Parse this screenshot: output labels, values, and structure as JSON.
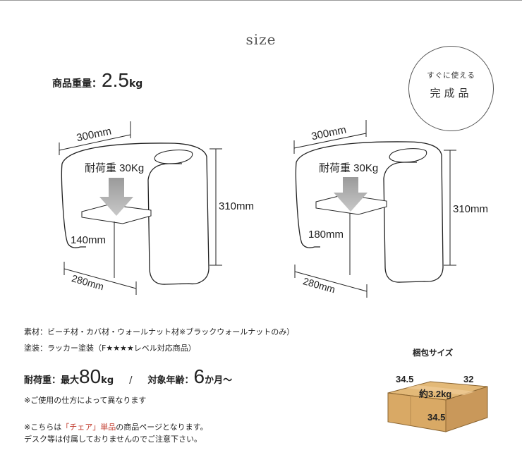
{
  "title": "size",
  "product_weight": {
    "label": "商品重量：",
    "value": "2.5",
    "unit": "kg"
  },
  "badge": {
    "line1": "すぐに使える",
    "line2": "完成品"
  },
  "chairs": [
    {
      "width": "300mm",
      "load": "耐荷重 30Kg",
      "height": "310mm",
      "seat_height": "140mm",
      "depth": "280mm"
    },
    {
      "width": "300mm",
      "load": "耐荷重 30Kg",
      "height": "310mm",
      "seat_height": "180mm",
      "depth": "280mm"
    }
  ],
  "materials": "素材：ビーチ材・カバ材・ウォールナット材※ブラックウォールナットのみ）",
  "finish": "塗装：ラッカー塗装（F★★★★レベル対応商品）",
  "load_capacity": {
    "label": "耐荷重：最大",
    "value": "80",
    "unit": "kg",
    "separator": "/",
    "age_label": "対象年齢：",
    "age_value": "6",
    "age_unit": "か月〜"
  },
  "usage_note": "※ご使用の仕方によって異なります",
  "notice": {
    "prefix": "※こちらは",
    "highlight": "「チェア」単品",
    "suffix": "の商品ページとなります。",
    "line2": "デスク等は付属しておりませんのでご注意下さい。"
  },
  "package": {
    "title": "梱包サイズ",
    "dim_left": "34.5",
    "dim_right": "32",
    "weight": "約3.2kg",
    "dim_front": "34.5"
  },
  "colors": {
    "box_side": "#c9985a",
    "box_front": "#d9a965",
    "box_top": "#e3b978",
    "outline": "#222222"
  }
}
